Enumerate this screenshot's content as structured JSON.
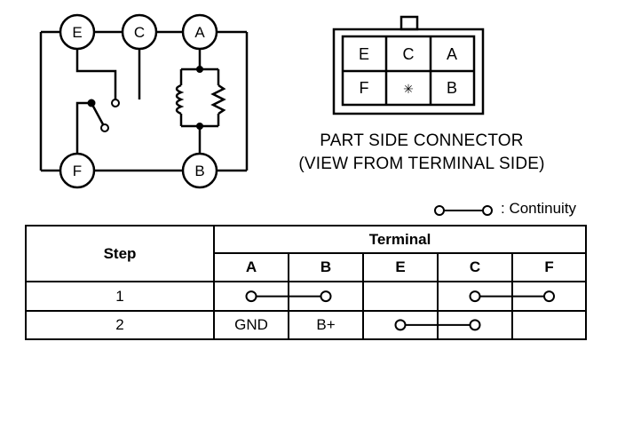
{
  "circuit": {
    "terminals": [
      {
        "id": "e",
        "label": "E"
      },
      {
        "id": "c",
        "label": "C"
      },
      {
        "id": "a",
        "label": "A"
      },
      {
        "id": "f",
        "label": "F"
      },
      {
        "id": "b",
        "label": "B"
      }
    ]
  },
  "connector": {
    "cells": [
      "E",
      "C",
      "A",
      "F",
      "✳",
      "B"
    ],
    "caption_line1": "PART SIDE CONNECTOR",
    "caption_line2": "(VIEW FROM TERMINAL SIDE)"
  },
  "legend": {
    "label": ": Continuity"
  },
  "table": {
    "step_header": "Step",
    "terminal_header": "Terminal",
    "columns": [
      "A",
      "B",
      "E",
      "C",
      "F"
    ],
    "rows": [
      {
        "step": "1",
        "cells": [
          "",
          "",
          "",
          "",
          ""
        ],
        "continuity": [
          [
            "A",
            "B"
          ],
          [
            "C",
            "F"
          ]
        ]
      },
      {
        "step": "2",
        "cells": [
          "GND",
          "B+",
          "",
          "",
          ""
        ],
        "continuity": [
          [
            "E",
            "C"
          ]
        ]
      }
    ]
  }
}
